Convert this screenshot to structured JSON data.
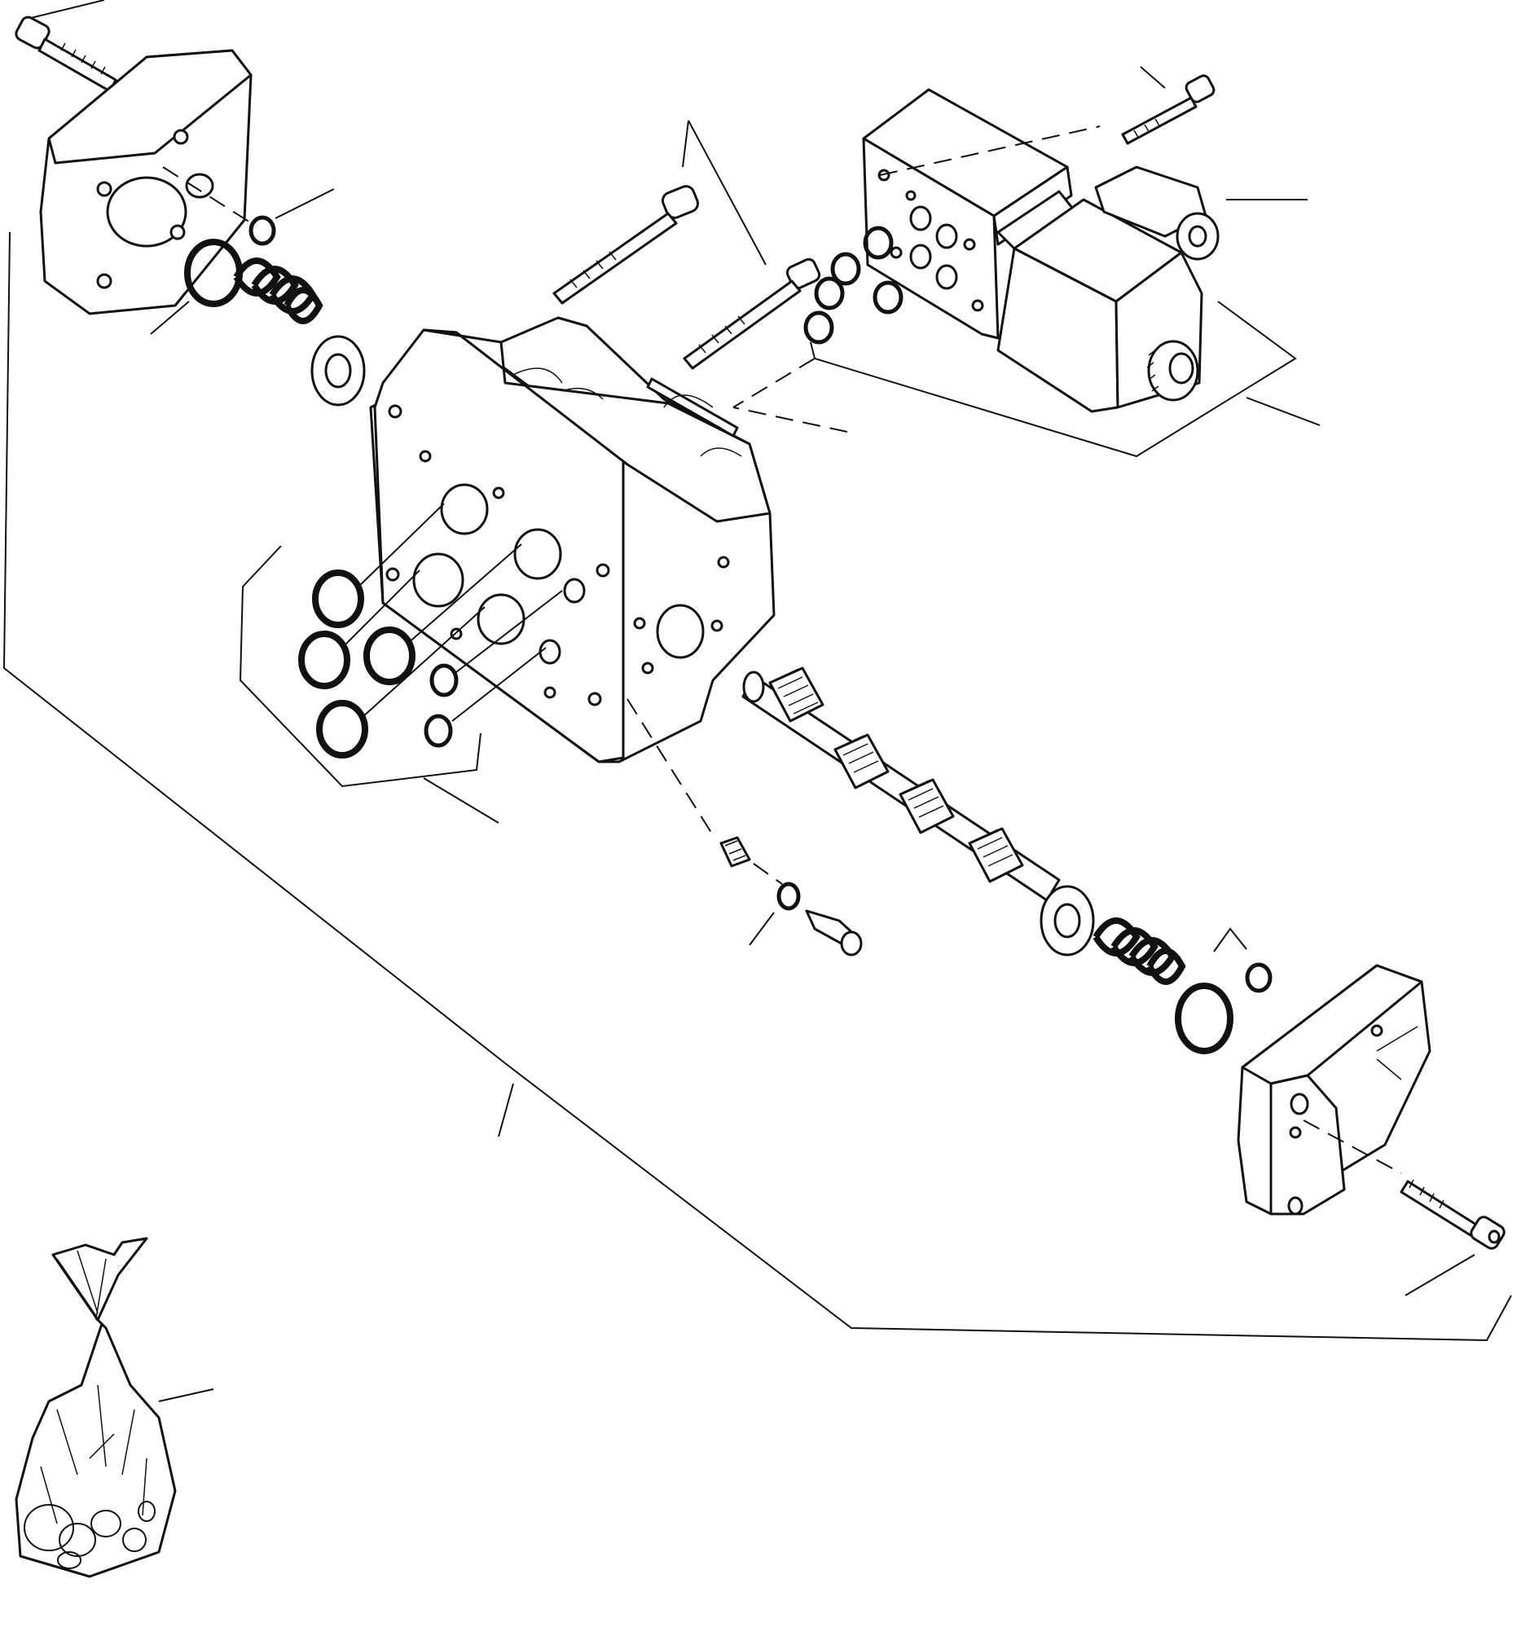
{
  "diagram": {
    "parts": [
      {
        "id": "end-cover-left",
        "icon": "end-cover-icon"
      },
      {
        "id": "valve-body",
        "icon": "valve-body-icon"
      },
      {
        "id": "spool",
        "icon": "spool-icon"
      },
      {
        "id": "solenoid-valve",
        "icon": "solenoid-icon"
      },
      {
        "id": "end-cover-right",
        "icon": "end-cover-icon"
      },
      {
        "id": "seal-kit-bag",
        "icon": "seal-kit-icon"
      }
    ],
    "colors": {
      "line": "#111111",
      "background": "#ffffff"
    }
  }
}
